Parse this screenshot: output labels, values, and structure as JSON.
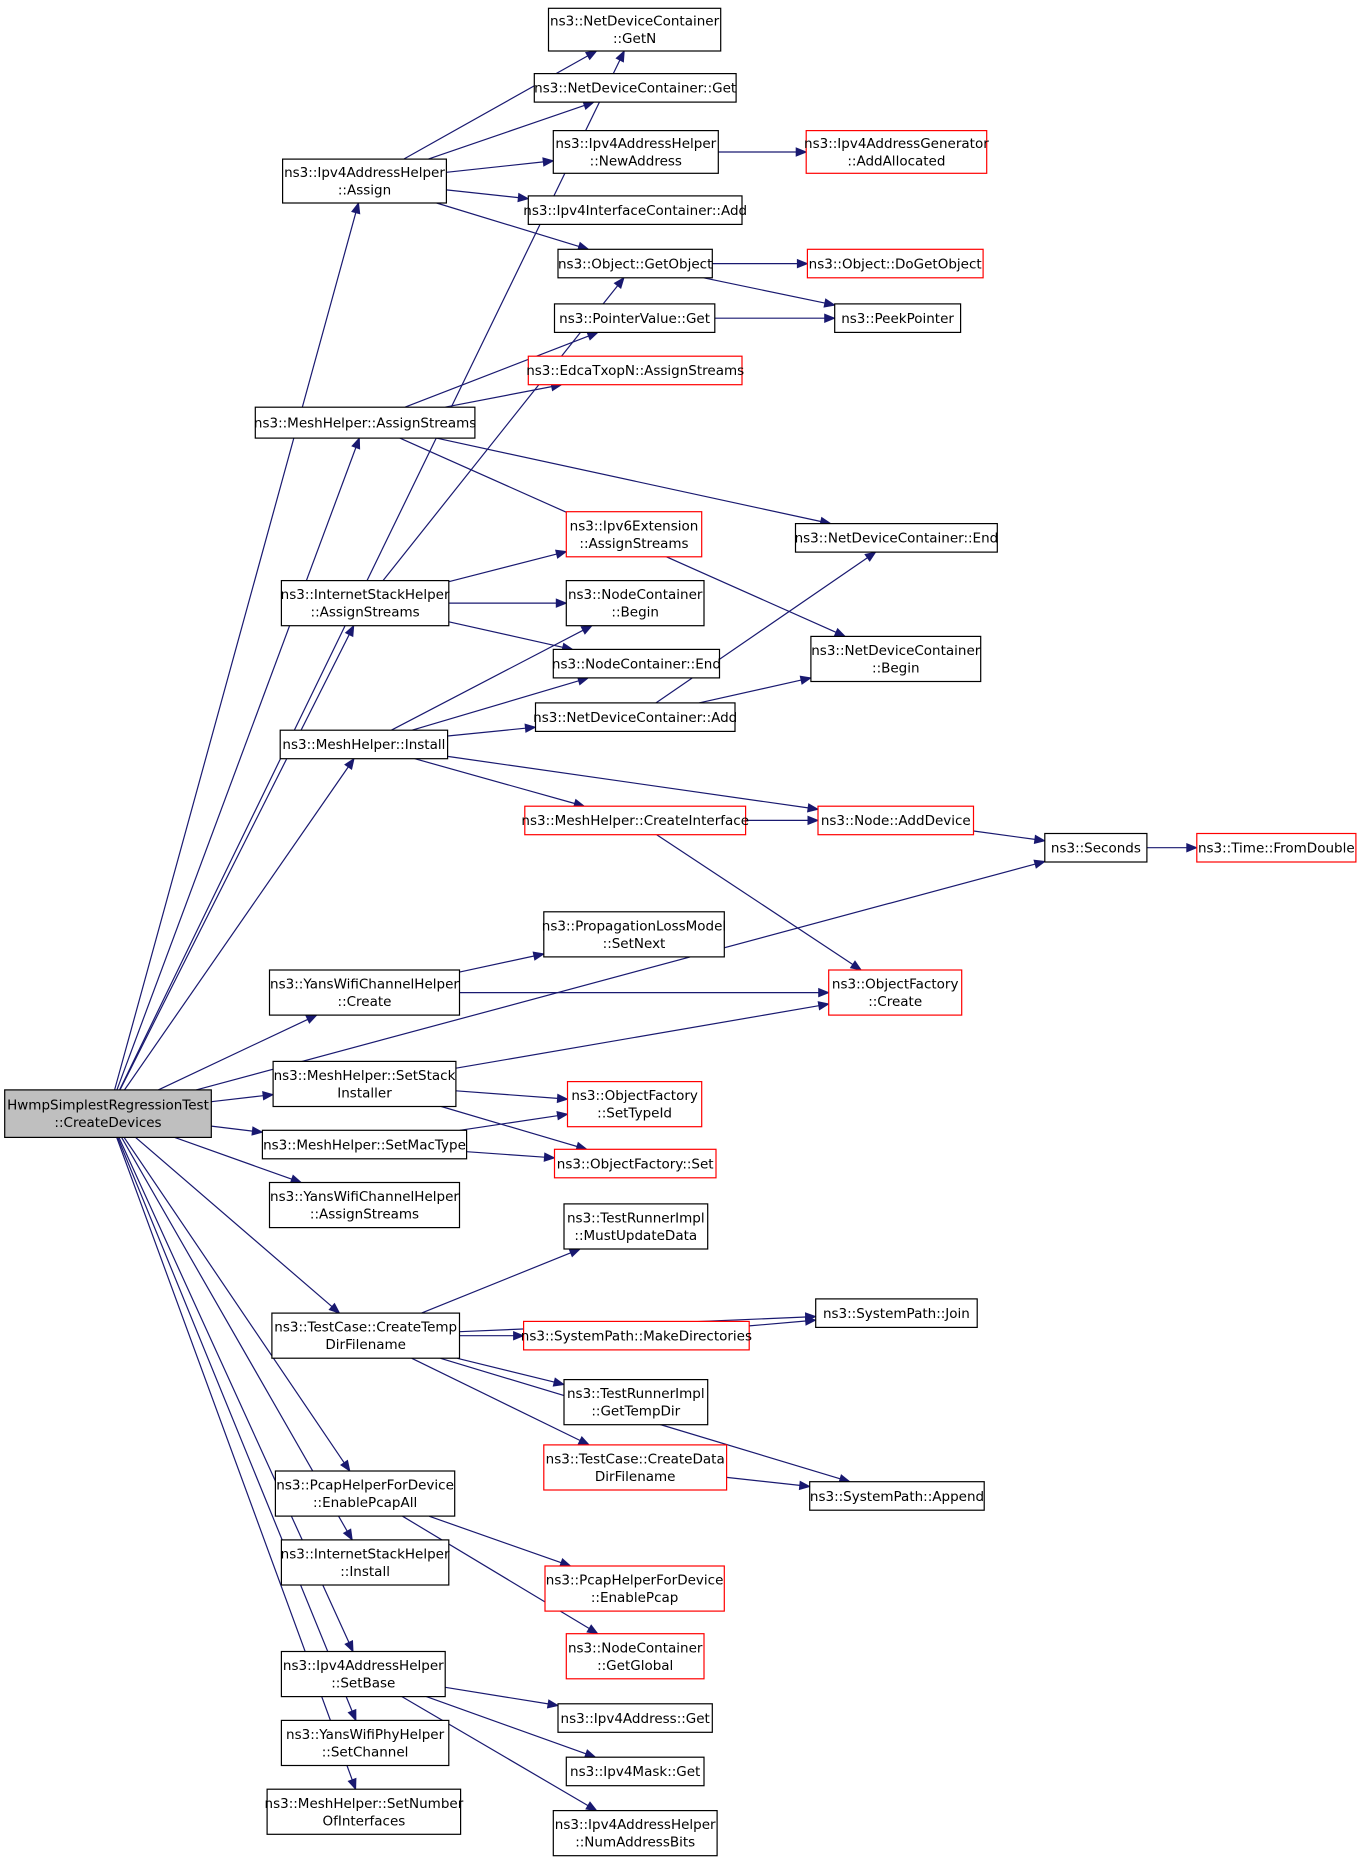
{
  "colors": {
    "edge": "#191970",
    "node_border": "#000000",
    "node_border_truncated": "#ff0000",
    "root_fill": "#bfbfbf"
  },
  "nodes": [
    {
      "id": "root",
      "lines": [
        "HwmpSimplestRegressionTest",
        "::CreateDevices"
      ],
      "truncated": false,
      "root": true
    },
    {
      "id": "ndc-getn",
      "lines": [
        "ns3::NetDeviceContainer",
        "::GetN"
      ],
      "truncated": false
    },
    {
      "id": "ndc-get",
      "lines": [
        "ns3::NetDeviceContainer::Get"
      ],
      "truncated": false
    },
    {
      "id": "ipv4ah-newaddress",
      "lines": [
        "ns3::Ipv4AddressHelper",
        "::NewAddress"
      ],
      "truncated": false
    },
    {
      "id": "ipv4ag-addallocated",
      "lines": [
        "ns3::Ipv4AddressGenerator",
        "::AddAllocated"
      ],
      "truncated": true
    },
    {
      "id": "ipv4ah-assign",
      "lines": [
        "ns3::Ipv4AddressHelper",
        "::Assign"
      ],
      "truncated": false
    },
    {
      "id": "ipv4ic-add",
      "lines": [
        "ns3::Ipv4InterfaceContainer::Add"
      ],
      "truncated": false
    },
    {
      "id": "object-getobject",
      "lines": [
        "ns3::Object::GetObject"
      ],
      "truncated": false
    },
    {
      "id": "object-dogetobject",
      "lines": [
        "ns3::Object::DoGetObject"
      ],
      "truncated": true
    },
    {
      "id": "pointervalue-get",
      "lines": [
        "ns3::PointerValue::Get"
      ],
      "truncated": false
    },
    {
      "id": "peekpointer",
      "lines": [
        "ns3::PeekPointer"
      ],
      "truncated": false
    },
    {
      "id": "edcatxopn-assignstreams",
      "lines": [
        "ns3::EdcaTxopN::AssignStreams"
      ],
      "truncated": true
    },
    {
      "id": "meshhelper-assignstreams",
      "lines": [
        "ns3::MeshHelper::AssignStreams"
      ],
      "truncated": false
    },
    {
      "id": "ndc-end",
      "lines": [
        "ns3::NetDeviceContainer::End"
      ],
      "truncated": false
    },
    {
      "id": "ipv6ext-assignstreams",
      "lines": [
        "ns3::Ipv6Extension",
        "::AssignStreams"
      ],
      "truncated": true
    },
    {
      "id": "ish-assignstreams",
      "lines": [
        "ns3::InternetStackHelper",
        "::AssignStreams"
      ],
      "truncated": false
    },
    {
      "id": "nc-begin",
      "lines": [
        "ns3::NodeContainer",
        "::Begin"
      ],
      "truncated": false
    },
    {
      "id": "nc-end",
      "lines": [
        "ns3::NodeContainer::End"
      ],
      "truncated": false
    },
    {
      "id": "ndc-begin",
      "lines": [
        "ns3::NetDeviceContainer",
        "::Begin"
      ],
      "truncated": false
    },
    {
      "id": "ndc-add",
      "lines": [
        "ns3::NetDeviceContainer::Add"
      ],
      "truncated": false
    },
    {
      "id": "meshhelper-install",
      "lines": [
        "ns3::MeshHelper::Install"
      ],
      "truncated": false
    },
    {
      "id": "meshhelper-createinterface",
      "lines": [
        "ns3::MeshHelper::CreateInterface"
      ],
      "truncated": true
    },
    {
      "id": "node-adddevice",
      "lines": [
        "ns3::Node::AddDevice"
      ],
      "truncated": true
    },
    {
      "id": "seconds",
      "lines": [
        "ns3::Seconds"
      ],
      "truncated": false
    },
    {
      "id": "time-fromdouble",
      "lines": [
        "ns3::Time::FromDouble"
      ],
      "truncated": true
    },
    {
      "id": "plm-setnext",
      "lines": [
        "ns3::PropagationLossModel",
        "::SetNext"
      ],
      "truncated": false
    },
    {
      "id": "ywch-create",
      "lines": [
        "ns3::YansWifiChannelHelper",
        "::Create"
      ],
      "truncated": false
    },
    {
      "id": "of-create",
      "lines": [
        "ns3::ObjectFactory",
        "::Create"
      ],
      "truncated": true
    },
    {
      "id": "meshhelper-setstackinstaller",
      "lines": [
        "ns3::MeshHelper::SetStack",
        "Installer"
      ],
      "truncated": false
    },
    {
      "id": "of-settypeid",
      "lines": [
        "ns3::ObjectFactory",
        "::SetTypeId"
      ],
      "truncated": true
    },
    {
      "id": "meshhelper-setmactype",
      "lines": [
        "ns3::MeshHelper::SetMacType"
      ],
      "truncated": false
    },
    {
      "id": "of-set",
      "lines": [
        "ns3::ObjectFactory::Set"
      ],
      "truncated": true
    },
    {
      "id": "ywch-assignstreams",
      "lines": [
        "ns3::YansWifiChannelHelper",
        "::AssignStreams"
      ],
      "truncated": false
    },
    {
      "id": "tri-mustupdatedata",
      "lines": [
        "ns3::TestRunnerImpl",
        "::MustUpdateData"
      ],
      "truncated": false
    },
    {
      "id": "testcase-createtempdirfilename",
      "lines": [
        "ns3::TestCase::CreateTemp",
        "DirFilename"
      ],
      "truncated": false
    },
    {
      "id": "systempath-join",
      "lines": [
        "ns3::SystemPath::Join"
      ],
      "truncated": false
    },
    {
      "id": "systempath-makedirectories",
      "lines": [
        "ns3::SystemPath::MakeDirectories"
      ],
      "truncated": true
    },
    {
      "id": "tri-gettempdir",
      "lines": [
        "ns3::TestRunnerImpl",
        "::GetTempDir"
      ],
      "truncated": false
    },
    {
      "id": "testcase-createdatadirfilename",
      "lines": [
        "ns3::TestCase::CreateData",
        "DirFilename"
      ],
      "truncated": true
    },
    {
      "id": "systempath-append",
      "lines": [
        "ns3::SystemPath::Append"
      ],
      "truncated": false
    },
    {
      "id": "phfd-enablepcapall",
      "lines": [
        "ns3::PcapHelperForDevice",
        "::EnablePcapAll"
      ],
      "truncated": false
    },
    {
      "id": "ish-install",
      "lines": [
        "ns3::InternetStackHelper",
        "::Install"
      ],
      "truncated": false
    },
    {
      "id": "phfd-enablepcap",
      "lines": [
        "ns3::PcapHelperForDevice",
        "::EnablePcap"
      ],
      "truncated": true
    },
    {
      "id": "nc-getglobal",
      "lines": [
        "ns3::NodeContainer",
        "::GetGlobal"
      ],
      "truncated": true
    },
    {
      "id": "ipv4ah-setbase",
      "lines": [
        "ns3::Ipv4AddressHelper",
        "::SetBase"
      ],
      "truncated": false
    },
    {
      "id": "ipv4address-get",
      "lines": [
        "ns3::Ipv4Address::Get"
      ],
      "truncated": false
    },
    {
      "id": "ywph-setchannel",
      "lines": [
        "ns3::YansWifiPhyHelper",
        "::SetChannel"
      ],
      "truncated": false
    },
    {
      "id": "ipv4mask-get",
      "lines": [
        "ns3::Ipv4Mask::Get"
      ],
      "truncated": false
    },
    {
      "id": "meshhelper-setnumberofinterfaces",
      "lines": [
        "ns3::MeshHelper::SetNumber",
        "OfInterfaces"
      ],
      "truncated": false
    },
    {
      "id": "ipv4ah-numaddressbits",
      "lines": [
        "ns3::Ipv4AddressHelper",
        "::NumAddressBits"
      ],
      "truncated": false
    }
  ],
  "edges": [
    [
      "root",
      "ndc-getn"
    ],
    [
      "root",
      "ipv4ah-assign"
    ],
    [
      "root",
      "meshhelper-assignstreams"
    ],
    [
      "root",
      "ish-assignstreams"
    ],
    [
      "root",
      "meshhelper-install"
    ],
    [
      "root",
      "seconds"
    ],
    [
      "root",
      "ywch-create"
    ],
    [
      "root",
      "meshhelper-setstackinstaller"
    ],
    [
      "root",
      "meshhelper-setmactype"
    ],
    [
      "root",
      "ywch-assignstreams"
    ],
    [
      "root",
      "testcase-createtempdirfilename"
    ],
    [
      "root",
      "phfd-enablepcapall"
    ],
    [
      "root",
      "ish-install"
    ],
    [
      "root",
      "ipv4ah-setbase"
    ],
    [
      "root",
      "ywph-setchannel"
    ],
    [
      "root",
      "meshhelper-setnumberofinterfaces"
    ],
    [
      "ipv4ah-assign",
      "ndc-getn"
    ],
    [
      "ipv4ah-assign",
      "ndc-get"
    ],
    [
      "ipv4ah-assign",
      "ipv4ah-newaddress"
    ],
    [
      "ipv4ah-assign",
      "ipv4ic-add"
    ],
    [
      "ipv4ah-assign",
      "object-getobject"
    ],
    [
      "ipv4ah-newaddress",
      "ipv4ag-addallocated"
    ],
    [
      "object-getobject",
      "object-dogetobject"
    ],
    [
      "object-getobject",
      "peekpointer"
    ],
    [
      "pointervalue-get",
      "peekpointer"
    ],
    [
      "meshhelper-assignstreams",
      "pointervalue-get"
    ],
    [
      "meshhelper-assignstreams",
      "edcatxopn-assignstreams"
    ],
    [
      "meshhelper-assignstreams",
      "ndc-end"
    ],
    [
      "meshhelper-assignstreams",
      "ndc-begin"
    ],
    [
      "ish-assignstreams",
      "object-getobject"
    ],
    [
      "ish-assignstreams",
      "ipv6ext-assignstreams"
    ],
    [
      "ish-assignstreams",
      "nc-begin"
    ],
    [
      "ish-assignstreams",
      "nc-end"
    ],
    [
      "meshhelper-install",
      "nc-begin"
    ],
    [
      "meshhelper-install",
      "nc-end"
    ],
    [
      "meshhelper-install",
      "ndc-add"
    ],
    [
      "meshhelper-install",
      "meshhelper-createinterface"
    ],
    [
      "meshhelper-install",
      "node-adddevice"
    ],
    [
      "ndc-add",
      "ndc-end"
    ],
    [
      "ndc-add",
      "ndc-begin"
    ],
    [
      "meshhelper-createinterface",
      "node-adddevice"
    ],
    [
      "meshhelper-createinterface",
      "of-create"
    ],
    [
      "node-adddevice",
      "seconds"
    ],
    [
      "seconds",
      "time-fromdouble"
    ],
    [
      "ywch-create",
      "plm-setnext"
    ],
    [
      "ywch-create",
      "of-create"
    ],
    [
      "meshhelper-setstackinstaller",
      "of-create"
    ],
    [
      "meshhelper-setstackinstaller",
      "of-settypeid"
    ],
    [
      "meshhelper-setstackinstaller",
      "of-set"
    ],
    [
      "meshhelper-setmactype",
      "of-settypeid"
    ],
    [
      "meshhelper-setmactype",
      "of-set"
    ],
    [
      "testcase-createtempdirfilename",
      "tri-mustupdatedata"
    ],
    [
      "testcase-createtempdirfilename",
      "systempath-join"
    ],
    [
      "testcase-createtempdirfilename",
      "systempath-makedirectories"
    ],
    [
      "testcase-createtempdirfilename",
      "tri-gettempdir"
    ],
    [
      "testcase-createtempdirfilename",
      "testcase-createdatadirfilename"
    ],
    [
      "testcase-createtempdirfilename",
      "systempath-append"
    ],
    [
      "systempath-makedirectories",
      "systempath-join"
    ],
    [
      "testcase-createdatadirfilename",
      "systempath-append"
    ],
    [
      "phfd-enablepcapall",
      "phfd-enablepcap"
    ],
    [
      "phfd-enablepcapall",
      "nc-getglobal"
    ],
    [
      "ipv4ah-setbase",
      "ipv4address-get"
    ],
    [
      "ipv4ah-setbase",
      "ipv4mask-get"
    ],
    [
      "ipv4ah-setbase",
      "ipv4ah-numaddressbits"
    ]
  ]
}
